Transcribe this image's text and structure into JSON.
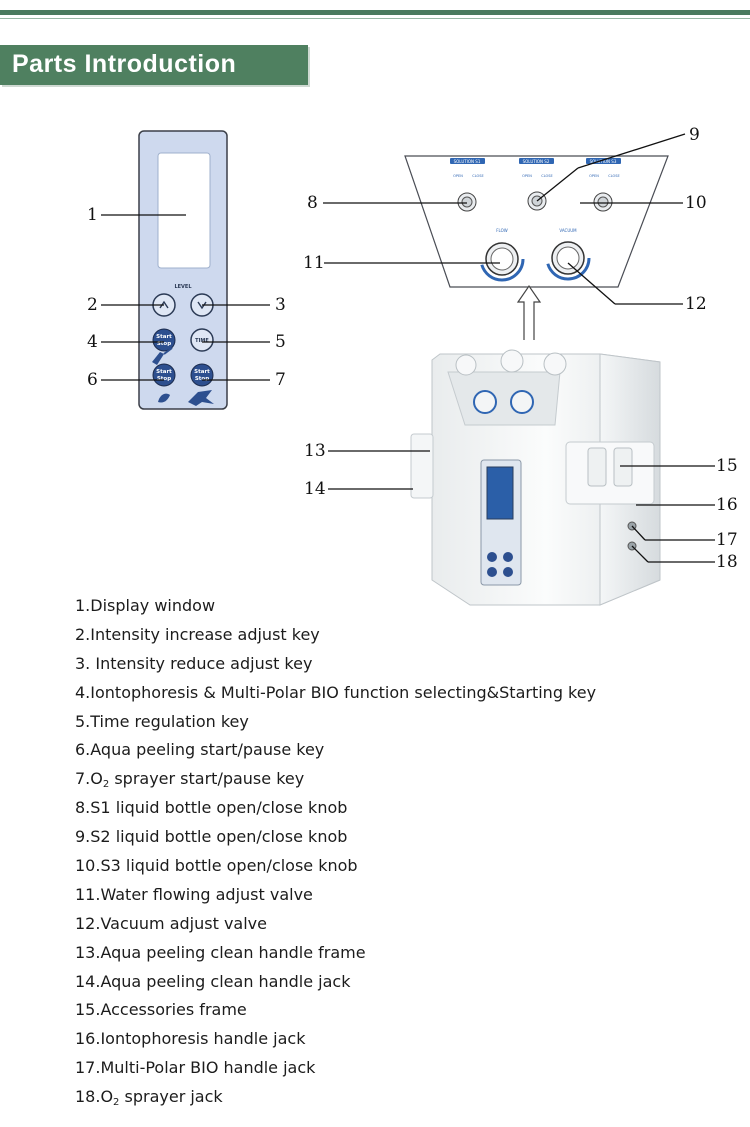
{
  "header": {
    "title": "Parts Introduction"
  },
  "panel": {
    "level_label": "LEVEL",
    "key4_label_line1": "Start",
    "key4_label_line2": "Stop",
    "key5_label": "TIME",
    "key6_label_line1": "Start",
    "key6_label_line2": "Stop",
    "key7_label_line1": "Start",
    "key7_label_line2": "Stop"
  },
  "top_panel": {
    "knob_s1_label": "SOLUTION S1",
    "knob_s2_label": "SOLUTION S2",
    "knob_s3_label": "SOLUTION S3",
    "open_label": "OPEN",
    "close_label": "CLOSE",
    "flow_label": "FLOW",
    "vacuum_label": "VACUUM"
  },
  "callouts": [
    "1",
    "2",
    "3",
    "4",
    "5",
    "6",
    "7",
    "8",
    "9",
    "10",
    "11",
    "12",
    "13",
    "14",
    "15",
    "16",
    "17",
    "18"
  ],
  "legend": [
    {
      "num": "1.",
      "text": "Display window"
    },
    {
      "num": "2.",
      "text": "Intensity increase adjust key"
    },
    {
      "num": "3. ",
      "text": "Intensity reduce adjust key"
    },
    {
      "num": "4.",
      "text": "Iontophoresis & Multi-Polar BIO function selecting&Starting key"
    },
    {
      "num": "5.",
      "text": "Time regulation key"
    },
    {
      "num": "6.",
      "text": "Aqua peeling start/pause key"
    },
    {
      "num": "7.",
      "pre": "O",
      "sub": "2",
      "text": " sprayer start/pause key"
    },
    {
      "num": "8.",
      "text": "S1 liquid bottle open/close knob"
    },
    {
      "num": "9.",
      "text": "S2 liquid bottle open/close knob"
    },
    {
      "num": "10.",
      "text": "S3 liquid bottle open/close knob"
    },
    {
      "num": "11.",
      "text": "Water flowing adjust valve"
    },
    {
      "num": "12.",
      "text": "Vacuum adjust valve"
    },
    {
      "num": "13.",
      "text": "Aqua peeling clean handle frame"
    },
    {
      "num": "14.",
      "text": "Aqua peeling clean handle jack"
    },
    {
      "num": "15.",
      "text": "Accessories frame"
    },
    {
      "num": "16.",
      "text": "Iontophoresis handle jack"
    },
    {
      "num": "17.",
      "text": "Multi-Polar BIO handle jack"
    },
    {
      "num": "18.",
      "pre": "O",
      "sub": "2",
      "text": " sprayer jack"
    }
  ],
  "colors": {
    "header_bg": "#4f8060",
    "panel_face": "#cdd9ee",
    "panel_screen": "#ffffff",
    "knob_accent": "#2f66b3",
    "device_body": "#f2f4f5",
    "device_screen": "#2a5fa8"
  }
}
